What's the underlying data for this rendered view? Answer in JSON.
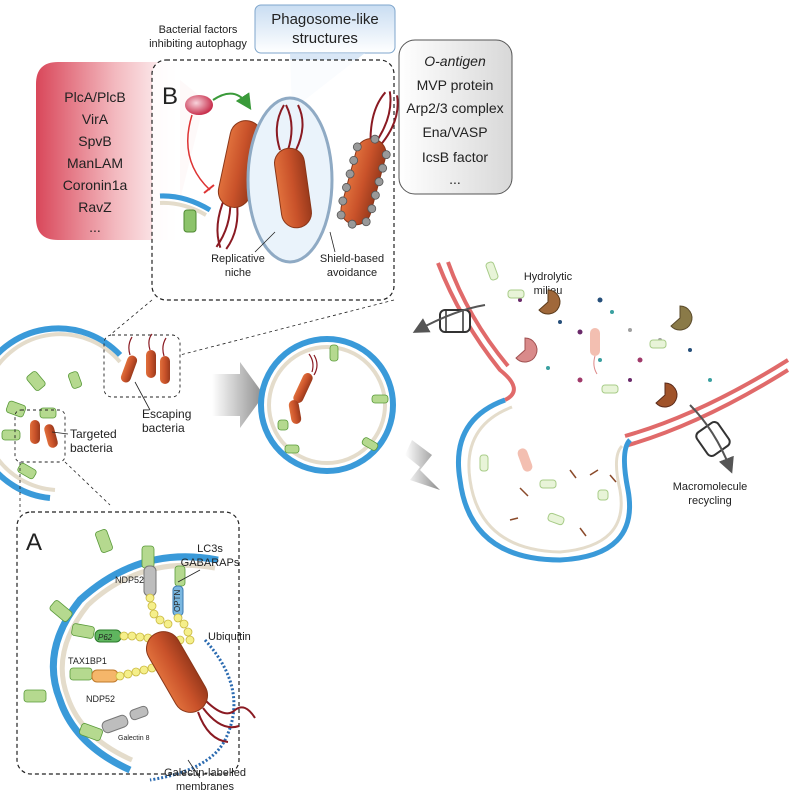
{
  "panel_b": {
    "letter": "B",
    "bacterial_factors_label": [
      "Bacterial factors",
      "inhibiting autophagy"
    ],
    "factors_list": [
      "PlcA/PlcB",
      "VirA",
      "SpvB",
      "ManLAM",
      "Coronin1a",
      "RavZ",
      "..."
    ],
    "phagosome_label": [
      "Phagosome-like",
      "structures"
    ],
    "shield_list": [
      "O-antigen",
      "MVP protein",
      "Arp2/3 complex",
      "Ena/VASP",
      "IcsB factor",
      "..."
    ],
    "replicative_label": [
      "Replicative",
      "niche"
    ],
    "shield_label": [
      "Shield-based",
      "avoidance"
    ]
  },
  "process": {
    "escaping_label": [
      "Escaping",
      "bacteria"
    ],
    "targeted_label": [
      "Targeted",
      "bacteria"
    ],
    "hydrolytic_label": [
      "Hydrolytic",
      "milieu"
    ],
    "recycling_label": [
      "Macromolecule",
      "recycling"
    ]
  },
  "panel_a": {
    "letter": "A",
    "lc3_label": [
      "LC3s",
      "GABARAPs"
    ],
    "ndp52_top": "NDP52",
    "optn": "OPTN",
    "p62": "P62",
    "ubiquitin": "Ubiquitin",
    "tax1bp1": "TAX1BP1",
    "ndp52_bottom": "NDP52",
    "galectin8": "Galectin 8",
    "galectin_label": [
      "Galectin-labelled",
      "membranes"
    ]
  },
  "colors": {
    "bacterium": "#c9522a",
    "flagella": "#8a1a22",
    "membrane_blue": "#3a9ad9",
    "lysosome_red": "#e06a6a",
    "lc3_green": "#b5d98f",
    "factor_box": "#d9475a"
  }
}
